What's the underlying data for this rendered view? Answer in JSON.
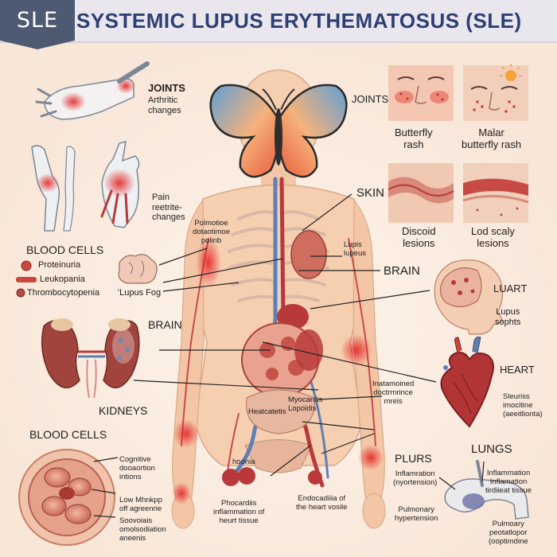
{
  "header": {
    "badge": "SLE",
    "title": "SYSTEMIC LUPUS ERYTHEMATOSUS (SLE)"
  },
  "labels": {
    "joints_left": "JOINTS",
    "arthritic_changes": "Arthritic\nchanges",
    "pain_changes": "Pain\nreetrite-\nchanges",
    "blood_cells_top": "BLOOD CELLS",
    "proteinuria": "Proteinuria",
    "leukopenia": "Leukopania",
    "thrombocytopenia": "Thrombocytopenia",
    "lupus_fog": "'Lupus Fog",
    "polmotioe": "Polmotioe\ndotaotimoe\npolinb",
    "brain_left": "BRAIN",
    "kidneys": "KIDNEYS",
    "blood_cells_bottom": "BLOOD CELLS",
    "cognitive": "Cognitive\ndooaortion\nintions",
    "low_mhnkpp": "Low Mhnkpp\noff agreenrie",
    "soovoiais": "Soovoiais\nomolsodiation\naneenis",
    "joints_right": "JOINTS",
    "butterfly_rash": "Butterfly\nrash",
    "malar_rash": "Malar\nbutterfly rash",
    "skin": "SKIN",
    "lupis_lupeus": "Lupis\nlupeus",
    "discoid": "Discoid\nlesions",
    "lod_scaly": "Lod scaly\nlesions",
    "brain_right": "BRAIN",
    "luart": "LUART",
    "lupus_sophts": "Lupus\nsophts",
    "heart": "HEART",
    "inflam_doc": "Inatamoined\ndoctrmrince\nmreis",
    "sleuriss": "Sleuriss\nimocitine\n(aeeitlionta)",
    "myocardis": "Myocardis\nLopoidis",
    "heatcatetis": "Heatcatetis",
    "hoonia": "hoonia",
    "phocardiis": "Phocardiis\ninflammation of\nheurt tissue",
    "endocadiiia": "Endocadiiia of\nthe heart vosile",
    "plurs": "PLURS",
    "lungs": "LUNGS",
    "inflamation_ny": "Inflamration\n(nyortension)",
    "inflammation_tissue": "Inflammation\nInflamation\ntirdiieat tissue",
    "pulmonary_htn": "Pulmonary\nhypertension",
    "pulmonary_bottom": "Pulmoary\npeotatlopor\n(ooptimdine"
  },
  "colors": {
    "banner": "#e9e6ee",
    "badge": "#4e5a72",
    "title": "#2e3f73",
    "skin": "#f6cfb1",
    "organ_red": "#b9393a",
    "vein_blue": "#5f7fb4",
    "butterfly_blue": "#6fa6d1",
    "butterfly_orange": "#ef8a4f"
  }
}
